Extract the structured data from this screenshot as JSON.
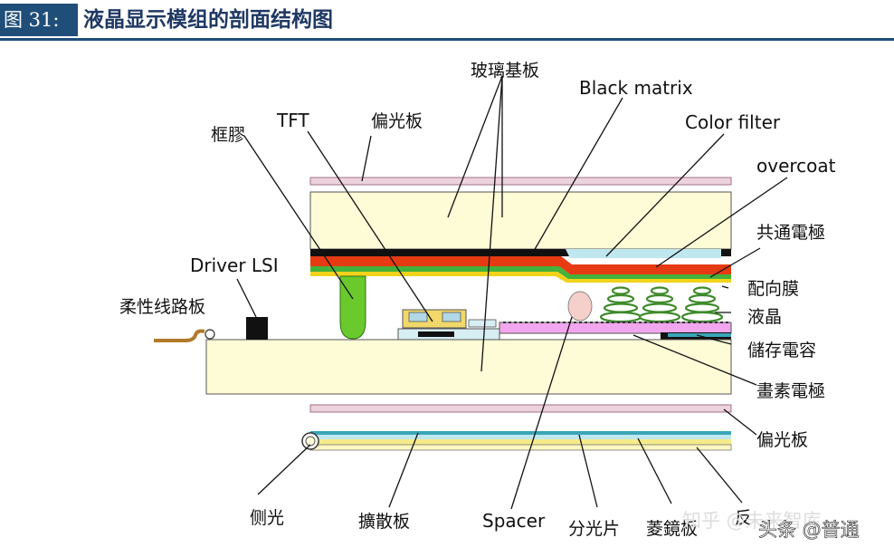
{
  "figure": {
    "number_label": "图 31:",
    "title": "液晶显示模组的剖面结构图"
  },
  "labels": {
    "glass_substrate": "玻璃基板",
    "black_matrix": "Black matrix",
    "tft": "TFT",
    "polarizer_top": "偏光板",
    "sealant": "框膠",
    "color_filter": "Color filter",
    "overcoat": "overcoat",
    "common_electrode": "共通電極",
    "driver_lsi": "Driver LSI",
    "flexible_pcb": "柔性线路板",
    "alignment_film": "配向膜",
    "liquid_crystal": "液晶",
    "storage_capacitor": "儲存電容",
    "pixel_electrode": "畫素電極",
    "polarizer_bottom": "偏光板",
    "side_light": "侧光",
    "diffuser": "擴散板",
    "spacer": "Spacer",
    "prism_sheet": "分光片",
    "lens_sheet": "菱鏡板",
    "reflector": "反"
  },
  "watermarks": {
    "zhihu": "知乎 @未来智库",
    "toutiao": "头条 @普通"
  },
  "colors": {
    "glass": "#fefbd7",
    "black_matrix": "#111111",
    "color_filter": "#e63a12",
    "alignment_film": "#44b23a",
    "polarizer": "#e8c8d4",
    "pixel_electrode": "#f2a6ee",
    "spacer_ball": "#f5cfc9",
    "sealant": "#6ac92c",
    "header_bar": "#1f4e79"
  }
}
